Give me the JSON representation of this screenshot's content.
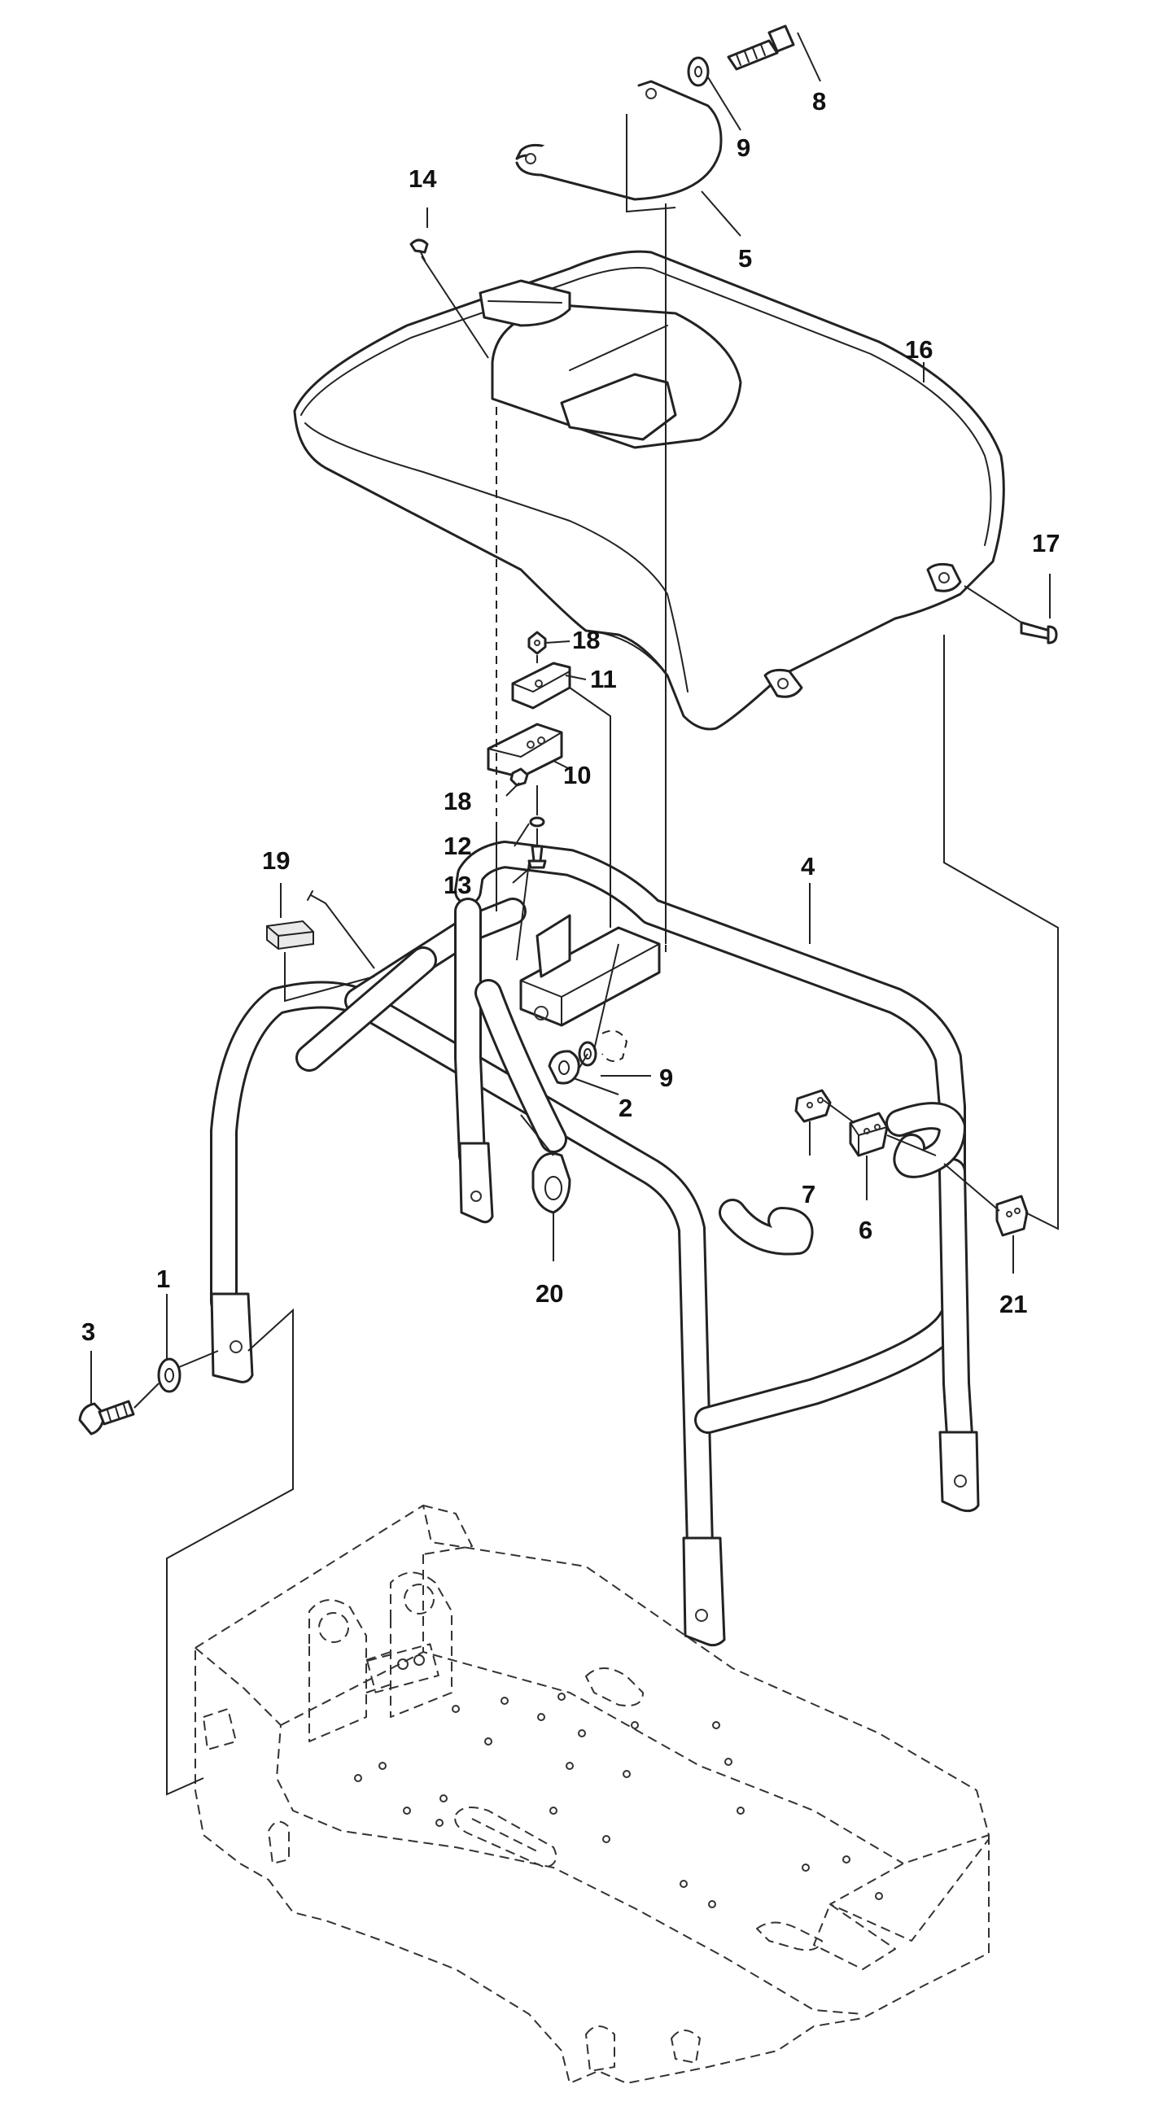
{
  "callouts": {
    "c1": "1",
    "c2": "2",
    "c3": "3",
    "c4": "4",
    "c5": "5",
    "c6": "6",
    "c7": "7",
    "c8": "8",
    "c9a": "9",
    "c9b": "9",
    "c10": "10",
    "c11": "11",
    "c12": "12",
    "c13": "13",
    "c14": "14",
    "c16": "16",
    "c17": "17",
    "c18a": "18",
    "c18b": "18",
    "c19": "19",
    "c20": "20",
    "c21": "21"
  }
}
